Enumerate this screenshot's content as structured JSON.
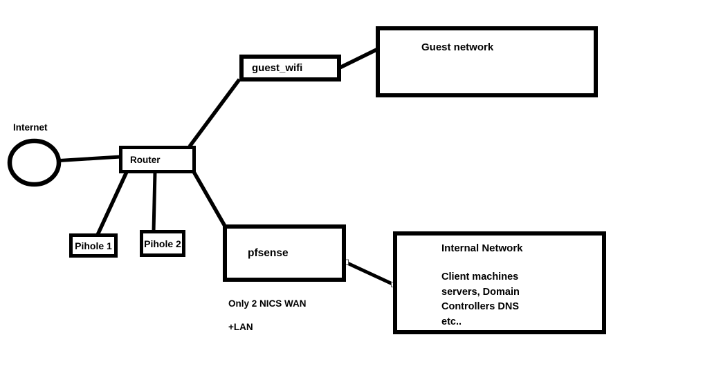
{
  "diagram": {
    "background": "#ffffff",
    "ink": "#000000",
    "nodes": {
      "internet": {
        "label": "Internet",
        "shape": "ellipse"
      },
      "router": {
        "label": "Router",
        "shape": "rect"
      },
      "guest_wifi": {
        "label": "guest_wifi",
        "shape": "rect"
      },
      "guest_network": {
        "label": "Guest network",
        "shape": "rect"
      },
      "pihole_1": {
        "label": "Pihole 1",
        "shape": "rect"
      },
      "pihole_2": {
        "label": "Pihole 2",
        "shape": "rect"
      },
      "pfsense": {
        "label": "pfsense",
        "shape": "rect",
        "caption": [
          "Only 2 NICS WAN",
          "+LAN"
        ]
      },
      "internal_network": {
        "label": "Internal Network",
        "shape": "rect",
        "body": [
          "Client machines",
          "servers, Domain",
          "Controllers DNS",
          "etc.."
        ]
      }
    },
    "edges": [
      {
        "from": "internet",
        "to": "router"
      },
      {
        "from": "router",
        "to": "guest_wifi"
      },
      {
        "from": "guest_wifi",
        "to": "guest_network"
      },
      {
        "from": "router",
        "to": "pihole_1"
      },
      {
        "from": "router",
        "to": "pihole_2"
      },
      {
        "from": "router",
        "to": "pfsense"
      },
      {
        "from": "pfsense",
        "to": "internal_network",
        "selected": true
      }
    ]
  }
}
